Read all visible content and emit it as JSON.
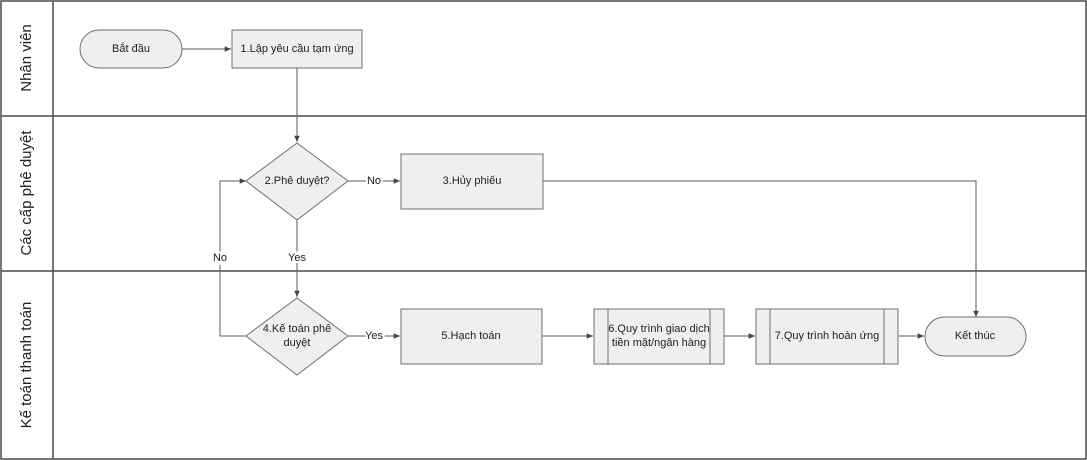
{
  "lanes": [
    {
      "id": "lane-nhan-vien",
      "title": "Nhân viên"
    },
    {
      "id": "lane-cac-cap-phe-duyet",
      "title": "Các cấp phê duyệt"
    },
    {
      "id": "lane-ke-toan-thanh-toan",
      "title": "Kế toán thanh toán"
    }
  ],
  "nodes": {
    "start": {
      "type": "terminator",
      "lines": [
        "Bắt đầu"
      ]
    },
    "n1": {
      "type": "process",
      "lines": [
        "1.Lập yêu cầu tạm ứng"
      ]
    },
    "n2": {
      "type": "decision",
      "lines": [
        "2.Phê duyệt?"
      ]
    },
    "n3": {
      "type": "process",
      "lines": [
        "3.Hủy phiếu"
      ]
    },
    "n4": {
      "type": "decision",
      "lines": [
        "4.Kế toán phê",
        "duyệt"
      ]
    },
    "n5": {
      "type": "process",
      "lines": [
        "5.Hạch toán"
      ]
    },
    "n6": {
      "type": "subprocess",
      "lines": [
        "6.Quy trình giao dịch",
        "tiền mặt/ngân hàng"
      ]
    },
    "n7": {
      "type": "subprocess",
      "lines": [
        "7.Quy trình hoàn ứng"
      ]
    },
    "end": {
      "type": "terminator",
      "lines": [
        "Kết thúc"
      ]
    }
  },
  "edges": [
    {
      "from": "start",
      "to": "n1",
      "label": ""
    },
    {
      "from": "n1",
      "to": "n2",
      "label": ""
    },
    {
      "from": "n2",
      "to": "n3",
      "label": "No"
    },
    {
      "from": "n2",
      "to": "n4",
      "label": "Yes"
    },
    {
      "from": "n4",
      "to": "n2",
      "label": "No"
    },
    {
      "from": "n4",
      "to": "n5",
      "label": "Yes"
    },
    {
      "from": "n5",
      "to": "n6",
      "label": ""
    },
    {
      "from": "n6",
      "to": "n7",
      "label": ""
    },
    {
      "from": "n7",
      "to": "end",
      "label": ""
    },
    {
      "from": "n3",
      "to": "end",
      "label": ""
    }
  ],
  "colors": {
    "border": "#4a4a4a",
    "node_fill": "#efefef",
    "node_stroke": "#6f6f6f",
    "edge": "#5a5a5a",
    "background": "#ffffff"
  }
}
